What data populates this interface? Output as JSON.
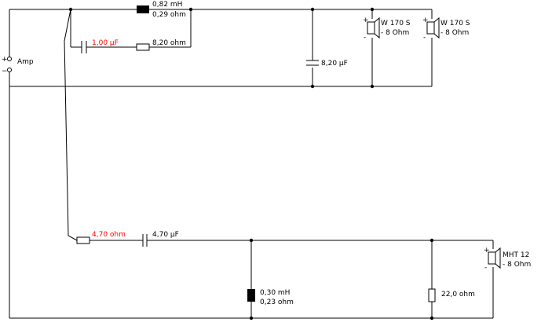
{
  "amp": {
    "label": "Amp",
    "plus": "+",
    "minus": "−"
  },
  "inductor_l1": {
    "inductance": "0,82 mH",
    "resistance": "0,29 ohm"
  },
  "capacitor_c1": {
    "value": "1,00 µF"
  },
  "resistor_r1": {
    "value": "8,20 ohm"
  },
  "capacitor_c2": {
    "value": "8,20 µF"
  },
  "woofer_1": {
    "name": "W 170 S",
    "impedance": "- 8 Ohm",
    "plus": "+",
    "minus": "-"
  },
  "woofer_2": {
    "name": "W 170 S",
    "impedance": "- 8 Ohm",
    "plus": "+",
    "minus": "-"
  },
  "resistor_r2": {
    "value": "4,70 ohm"
  },
  "capacitor_c3": {
    "value": "4,70 µF"
  },
  "inductor_l2": {
    "inductance": "0,30 mH",
    "resistance": "0,23 ohm"
  },
  "resistor_r3": {
    "value": "22,0 ohm"
  },
  "tweeter": {
    "name": "MHT 12",
    "impedance": "- 8 Ohm",
    "plus": "+",
    "minus": "-"
  },
  "colors": {
    "wire": "#000000",
    "highlight": "#ff0000",
    "background": "#ffffff"
  }
}
